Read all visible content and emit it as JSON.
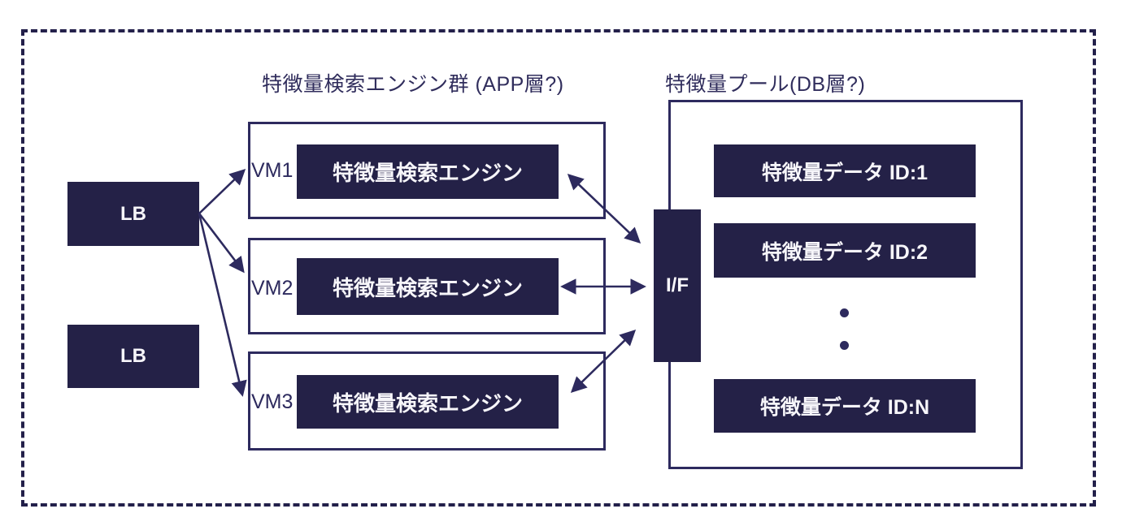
{
  "colors": {
    "node_fill": "#242147",
    "line": "#2d2a5e",
    "title_text": "#302d5c",
    "node_text": "#f7f6fa",
    "background": "#ffffff"
  },
  "load_balancers": [
    {
      "label": "LB"
    },
    {
      "label": "LB"
    }
  ],
  "app_group": {
    "title": "特徴量検索エンジン群 (APP層?)",
    "vms": [
      {
        "label": "VM1",
        "engine": "特徴量検索エンジン"
      },
      {
        "label": "VM2",
        "engine": "特徴量検索エンジン"
      },
      {
        "label": "VM3",
        "engine": "特徴量検索エンジン"
      }
    ]
  },
  "interface": {
    "label": "I/F"
  },
  "pool": {
    "title": "特徴量プール(DB層?)",
    "items": [
      {
        "label": "特徴量データ ID:1"
      },
      {
        "label": "特徴量データ ID:2"
      },
      {
        "label": "特徴量データ ID:N"
      }
    ],
    "dots": [
      "•",
      "•"
    ]
  }
}
